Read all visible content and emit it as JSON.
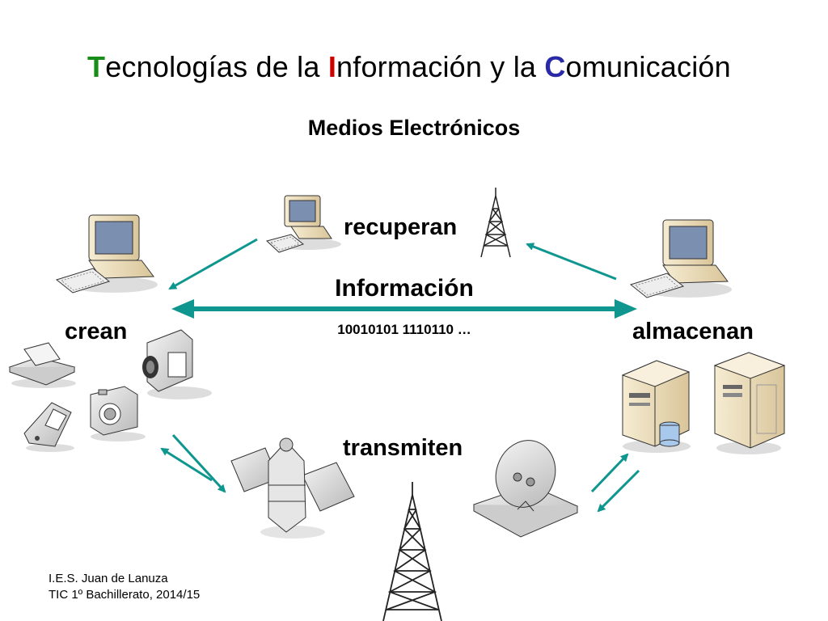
{
  "title": {
    "parts": [
      {
        "text": "T",
        "color": "#1a8c1a",
        "cap": true
      },
      {
        "text": "ecnologías de la ",
        "color": "#000000",
        "cap": false
      },
      {
        "text": "I",
        "color": "#cc0000",
        "cap": true
      },
      {
        "text": "nformación y la ",
        "color": "#000000",
        "cap": false
      },
      {
        "text": "C",
        "color": "#2a2aa8",
        "cap": true
      },
      {
        "text": "omunicación",
        "color": "#000000",
        "cap": false
      }
    ]
  },
  "subtitle": "Medios Electrónicos",
  "labels": {
    "recuperan": "recuperan",
    "crean": "crean",
    "almacenan": "almacenan",
    "transmiten": "transmiten",
    "informacion": "Información",
    "binary": "10010101 1110110 …"
  },
  "footer": {
    "line1": "I.E.S. Juan de Lanuza",
    "line2": "TIC 1º Bachillerato, 2014/15"
  },
  "colors": {
    "arrow": "#0f968f",
    "beige": "#ecdcb8",
    "grey": "#d8d8d8"
  },
  "icons": [
    "computer-icon",
    "computer-icon",
    "computer-icon",
    "radio-tower-icon",
    "scanner-icon",
    "video-camera-icon",
    "camera-icon",
    "cell-phone-icon",
    "server-icon",
    "server-icon",
    "satellite-icon",
    "satellite-dish-icon",
    "radio-tower-icon"
  ]
}
